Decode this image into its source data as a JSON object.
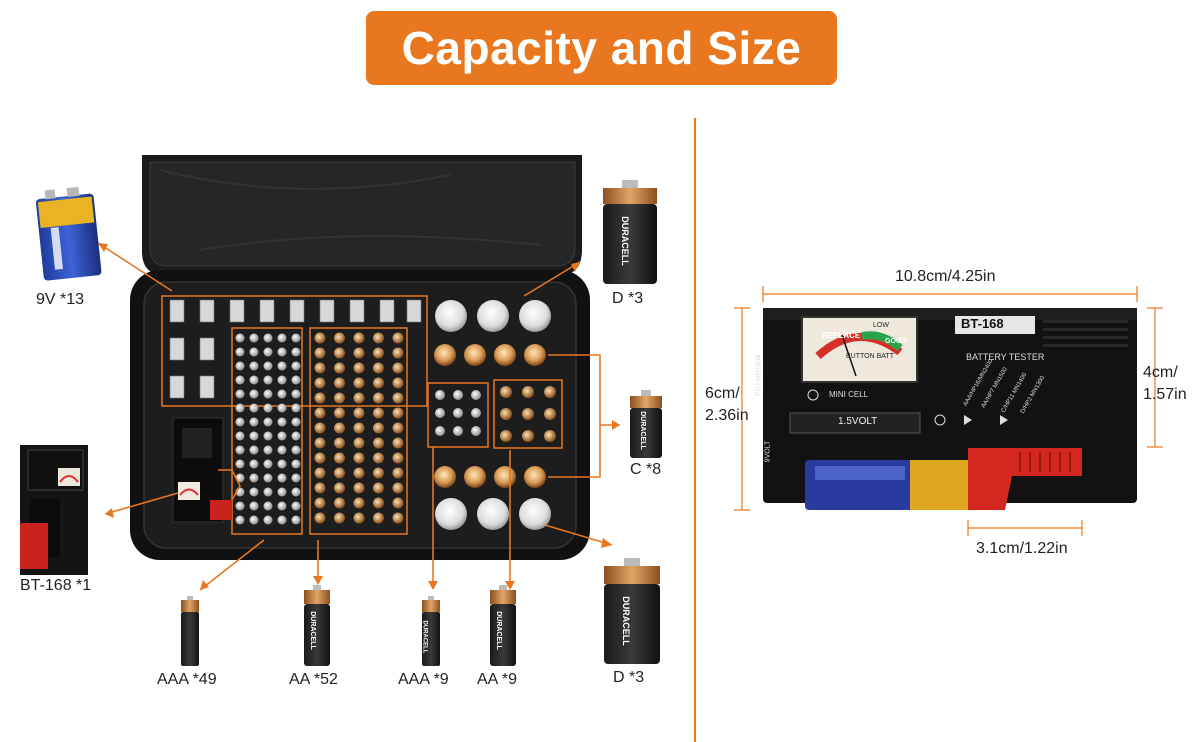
{
  "title": "Capacity and Size",
  "colors": {
    "accent": "#e8771f",
    "case": "#141414",
    "copper": "#c98a4b",
    "silver": "#cfcfcf"
  },
  "battery_labels": {
    "nine_v": "9V *13",
    "d_top": "D *3",
    "c": "C *8",
    "tester": "BT-168 *1",
    "aaa_large": "AAA *49",
    "aa_large": "AA *52",
    "aaa_small": "AAA *9",
    "aa_small": "AA *9",
    "d_bottom": "D *3"
  },
  "battery_brand": "DURACELL",
  "tester": {
    "model": "BT-168",
    "subtitle": "BATTERY TESTER",
    "meter_replace": "REPLACE",
    "meter_low": "LOW",
    "meter_good": "GOOD",
    "meter_sub": "BUTTON BATT",
    "voltage_label": "1.5VOLT",
    "mini_cell": "MINI CELL",
    "pp3": "PP3 MN1604",
    "nine_volt": "9VOLT",
    "aaa_row": "AAA/HP16/MN2400",
    "aa_row": "AA/HP7 MN1500",
    "c_row": "C/HP11 MN1400",
    "d_row": "D/HP2 MN1300"
  },
  "dimensions": {
    "width": "10.8cm/4.25in",
    "height_left_line1": "6cm/",
    "height_left_line2": "2.36in",
    "height_right_line1": "4cm/",
    "height_right_line2": "1.57in",
    "slider": "3.1cm/1.22in"
  }
}
